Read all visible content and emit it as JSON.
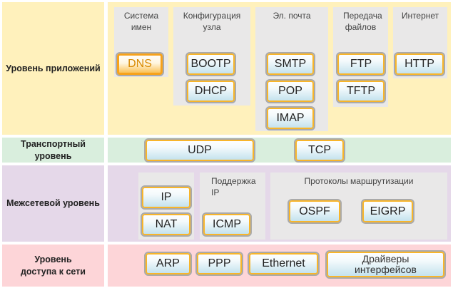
{
  "layers": {
    "application": {
      "label": "Уровень приложений",
      "color": "#fff1bc",
      "groups": [
        {
          "title": "Система имен",
          "protocols": [
            "DNS"
          ]
        },
        {
          "title": "Конфигурация узла",
          "protocols": [
            "BOOTP",
            "DHCP"
          ]
        },
        {
          "title": "Эл. почта",
          "protocols": [
            "SMTP",
            "POP",
            "IMAP"
          ]
        },
        {
          "title": "Передача файлов",
          "protocols": [
            "FTP",
            "TFTP"
          ]
        },
        {
          "title": "Интернет",
          "protocols": [
            "HTTP"
          ]
        }
      ],
      "selected": "DNS"
    },
    "transport": {
      "label": "Транспортный уровень",
      "color": "#d9eedd",
      "protocols": [
        "UDP",
        "TCP"
      ]
    },
    "internet": {
      "label": "Межсетевой уровень",
      "color": "#e5d8e9",
      "groups": [
        {
          "title": "",
          "protocols": [
            "IP",
            "NAT"
          ]
        },
        {
          "title": "Поддержка IP",
          "protocols": [
            "ICMP"
          ]
        },
        {
          "title": "Протоколы маршрутизации",
          "protocols": [
            "OSPF",
            "EIGRP"
          ]
        }
      ]
    },
    "access": {
      "label": "Уровень доступа к сети",
      "color": "#fdd5d8",
      "protocols": [
        "ARP",
        "PPP",
        "Ethernet",
        "Драйверы интерфейсов"
      ]
    }
  }
}
